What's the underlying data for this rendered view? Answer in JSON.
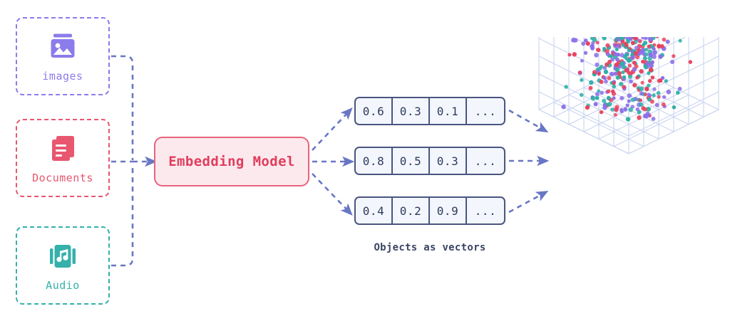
{
  "title": "Embedding pipeline diagram",
  "sources": [
    {
      "id": "images",
      "label": "images",
      "icon": "image-icon",
      "color": "#8b7ceb"
    },
    {
      "id": "documents",
      "label": "Documents",
      "icon": "documents-icon",
      "color": "#e8576f"
    },
    {
      "id": "audio",
      "label": "Audio",
      "icon": "audio-icon",
      "color": "#35b0ab"
    }
  ],
  "model": {
    "label": "Embedding Model",
    "text_color": "#e03e5c",
    "fill_color": "#fce9ee",
    "border_color": "#e8637d"
  },
  "vectors": {
    "caption": "Objects as vectors",
    "ellipsis": "...",
    "rows": [
      {
        "cells": [
          "0.6",
          "0.3",
          "0.1",
          "..."
        ]
      },
      {
        "cells": [
          "0.8",
          "0.5",
          "0.3",
          "..."
        ]
      },
      {
        "cells": [
          "0.4",
          "0.2",
          "0.9",
          "..."
        ]
      }
    ]
  },
  "connectors": {
    "color": "#6877c4",
    "style": "dashed",
    "arrow": "arrowhead-icon"
  },
  "vector_space": {
    "name": "vector-space-3d-scatter",
    "grid_color": "#c9d4ef",
    "point_colors": [
      "#e8415c",
      "#8b6fe8",
      "#2bafa6"
    ],
    "point_count": 430
  }
}
